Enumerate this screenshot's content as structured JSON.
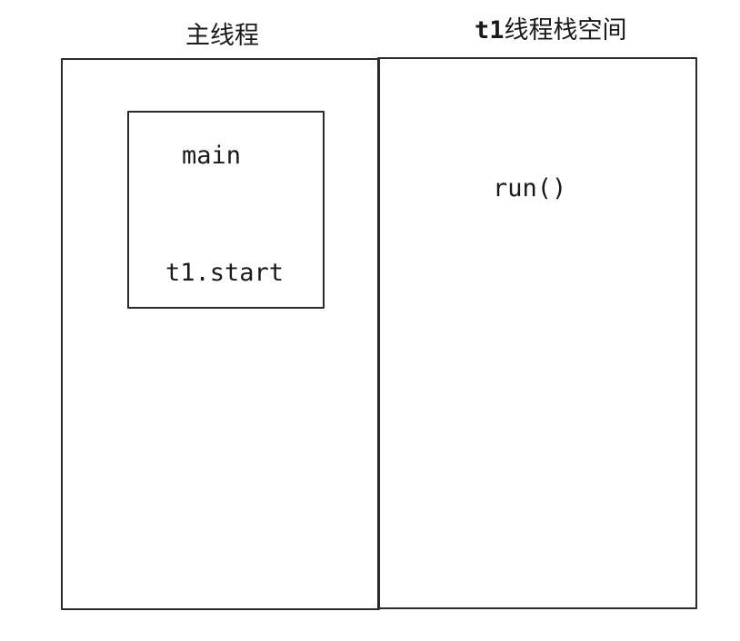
{
  "main_thread": {
    "title": "主线程",
    "frame": {
      "name": "main",
      "call": "t1.start"
    }
  },
  "t1_thread": {
    "title_prefix": "t1",
    "title_suffix": "线程栈空间",
    "call": "run()"
  },
  "colors": {
    "stroke": "#2a2a2a",
    "text": "#1a1a1a",
    "background": "#ffffff"
  }
}
